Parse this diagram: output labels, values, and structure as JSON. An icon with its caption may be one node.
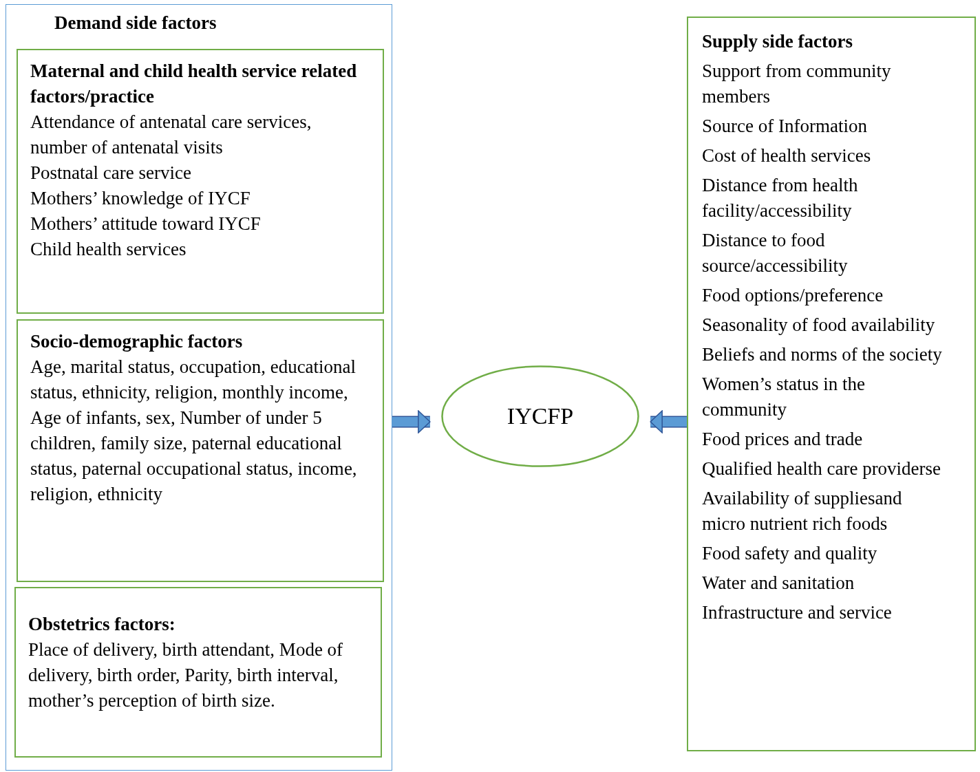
{
  "diagram": {
    "nodes": [
      {
        "text": [
          "Demand side factors"
        ]
      },
      {
        "text": [
          "Maternal and child health service related factors/practice",
          "Attendance of antenatal care services, number of antenatal visits",
          "Postnatal care service",
          "Mothers’ knowledge of IYCF",
          "Mothers’ attitude toward IYCF",
          "Child health services"
        ],
        "in": 0
      },
      {
        "text": [
          "Socio-demographic factors",
          "Age, marital status, occupation, educational status, ethnicity, religion, monthly income,",
          "Age of infants, sex, Number of under 5 children, family size, paternal educational status, paternal occupational status, income, religion, ethnicity"
        ],
        "in": 0
      },
      {
        "text": [
          "Obstetrics factors:",
          "Place of delivery, birth attendant, Mode of delivery, birth order, Parity, birth interval, mother’s perception of birth size."
        ],
        "in": 0
      },
      {
        "text": [
          "IYCFP"
        ]
      },
      {
        "text": [
          "Supply side factors",
          "Support from community members",
          "Source of Information",
          "Cost of health services",
          "Distance from health facility/accessibility",
          "Distance to food source/accessibility",
          "Food options/preference",
          "Seasonality of food availability",
          "Beliefs and norms of the society",
          "Women’s status in the community",
          "Food prices and trade",
          "Qualified health care providerse",
          "Availability of suppliesand micro nutrient rich foods",
          "Food safety and quality",
          "Water and sanitation",
          "Infrastructure and service"
        ]
      }
    ],
    "edges": [
      {
        "from": 0,
        "to": 4,
        "arrow": "to"
      },
      {
        "from": 5,
        "to": 4,
        "arrow": "to"
      }
    ]
  }
}
